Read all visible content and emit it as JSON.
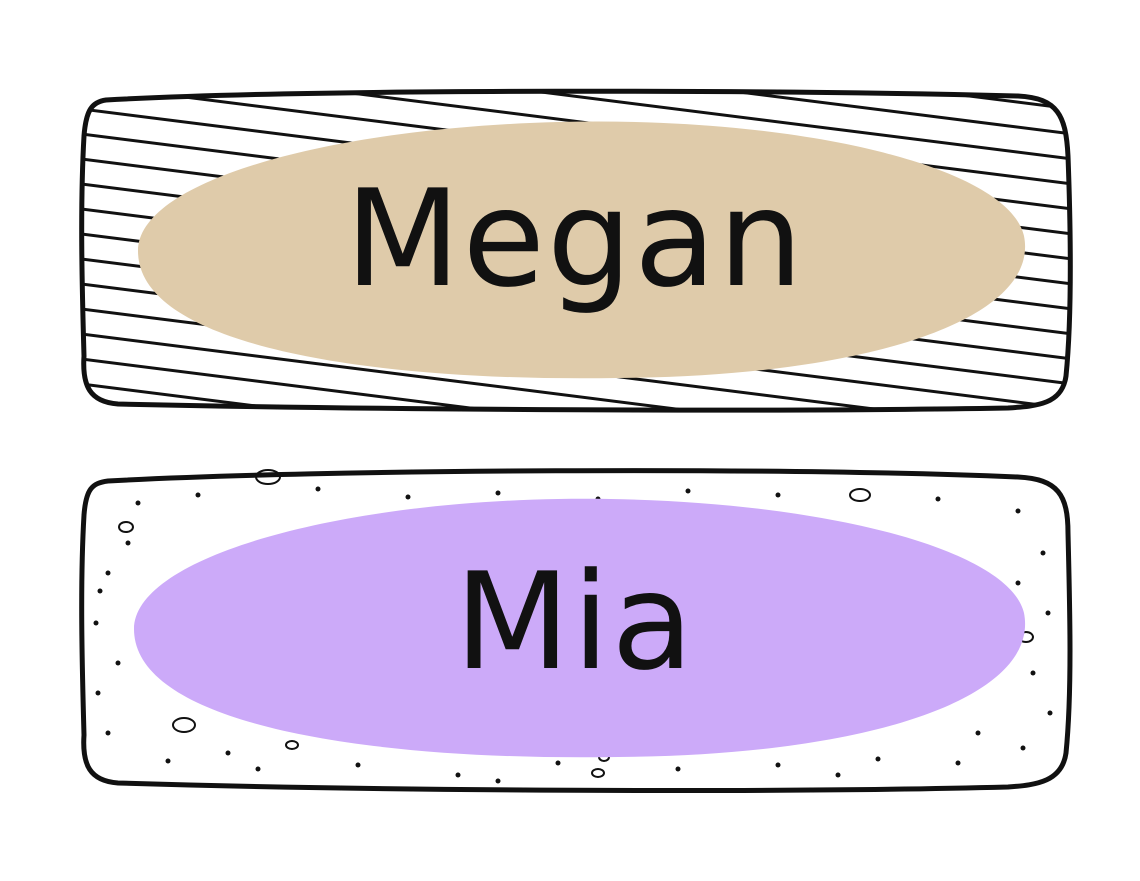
{
  "colors": {
    "outline": "#111111",
    "background": "#ffffff",
    "tag1_fill": "#dfcbaa",
    "tag2_fill": "#ccaaf9"
  },
  "tags": [
    {
      "name": "Megan",
      "pattern": "diagonal-stripes",
      "fill": "#dfcbaa"
    },
    {
      "name": "Mia",
      "pattern": "dots",
      "fill": "#ccaaf9"
    }
  ]
}
